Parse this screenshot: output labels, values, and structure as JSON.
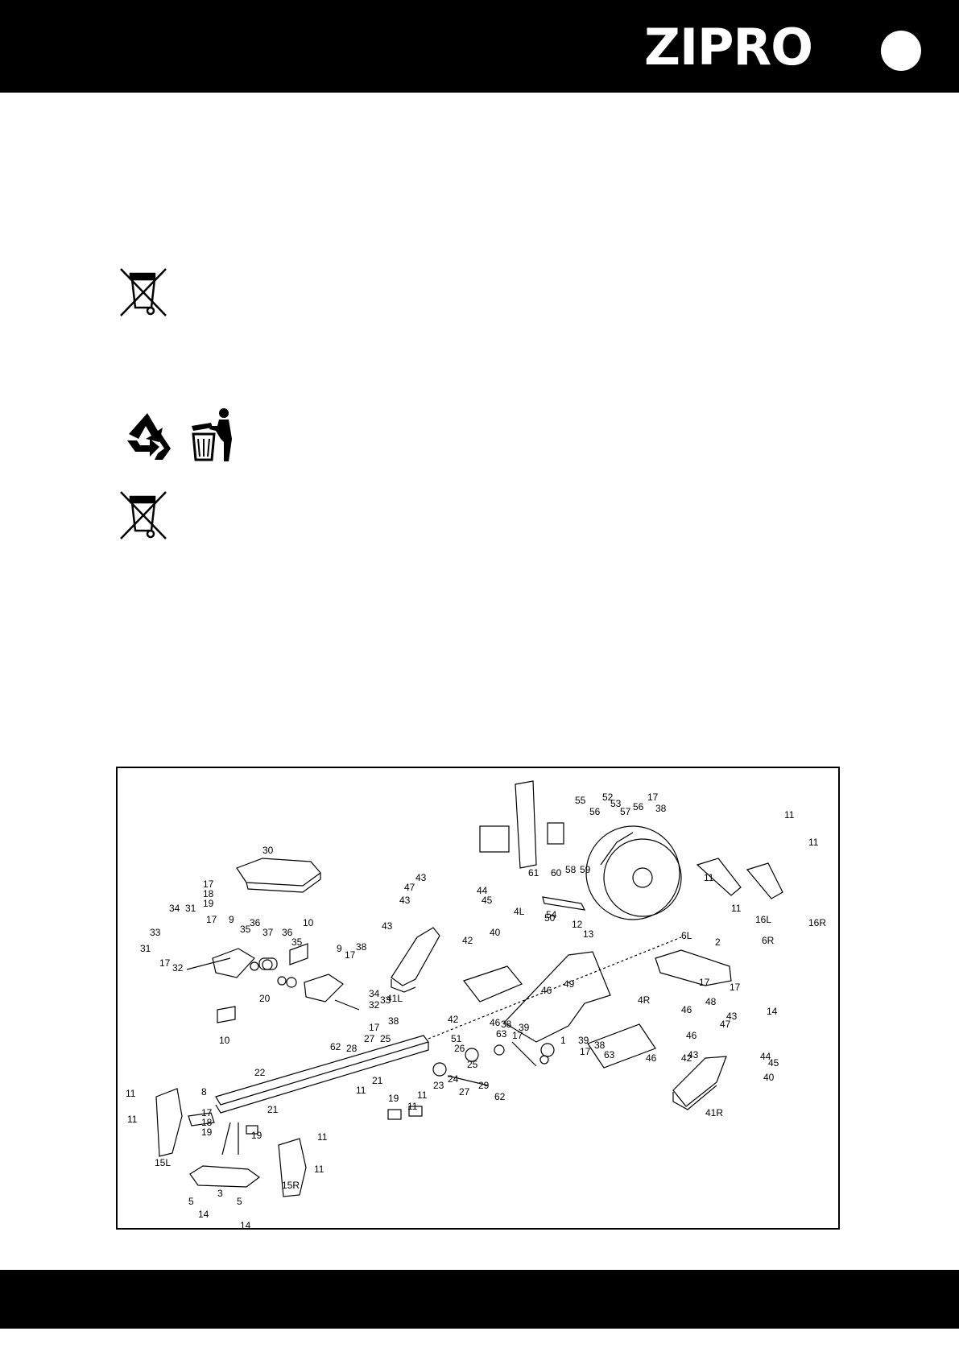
{
  "header": {
    "brand": "ZIPRO"
  },
  "icons": {
    "weee_bin_top": "crossed-out-wheelie-bin-icon",
    "recycle": "recycle-icon",
    "tidyman": "litter-disposal-icon",
    "weee_bin_bottom": "crossed-out-wheelie-bin-icon"
  },
  "colors": {
    "bars": "#000000",
    "page": "#ffffff"
  },
  "diagram": {
    "parts": [
      {
        "id": "p30",
        "text": "30"
      },
      {
        "id": "p17a",
        "text": "17"
      },
      {
        "id": "p18a",
        "text": "18"
      },
      {
        "id": "p19a",
        "text": "19"
      },
      {
        "id": "p34a",
        "text": "34"
      },
      {
        "id": "p31a",
        "text": "31"
      },
      {
        "id": "p17b",
        "text": "17"
      },
      {
        "id": "p9a",
        "text": "9"
      },
      {
        "id": "p35a",
        "text": "35"
      },
      {
        "id": "p36a",
        "text": "36"
      },
      {
        "id": "p37",
        "text": "37"
      },
      {
        "id": "p36b",
        "text": "36"
      },
      {
        "id": "p35b",
        "text": "35"
      },
      {
        "id": "p10a",
        "text": "10"
      },
      {
        "id": "p9b",
        "text": "9"
      },
      {
        "id": "p38a",
        "text": "38"
      },
      {
        "id": "p17c",
        "text": "17"
      },
      {
        "id": "p33a",
        "text": "33"
      },
      {
        "id": "p31b",
        "text": "31"
      },
      {
        "id": "p17d",
        "text": "17"
      },
      {
        "id": "p32a",
        "text": "32"
      },
      {
        "id": "p20",
        "text": "20"
      },
      {
        "id": "p34b",
        "text": "34"
      },
      {
        "id": "p33b",
        "text": "33"
      },
      {
        "id": "p32b",
        "text": "32"
      },
      {
        "id": "p38b",
        "text": "38"
      },
      {
        "id": "p17e",
        "text": "17"
      },
      {
        "id": "p10b",
        "text": "10"
      },
      {
        "id": "p43a",
        "text": "43"
      },
      {
        "id": "p47a",
        "text": "47"
      },
      {
        "id": "p43b",
        "text": "43"
      },
      {
        "id": "p43c",
        "text": "43"
      },
      {
        "id": "p41L",
        "text": "41L"
      },
      {
        "id": "p44a",
        "text": "44"
      },
      {
        "id": "p45a",
        "text": "45"
      },
      {
        "id": "p40a",
        "text": "40"
      },
      {
        "id": "p4L",
        "text": "4L"
      },
      {
        "id": "p42a",
        "text": "42"
      },
      {
        "id": "p42b",
        "text": "42"
      },
      {
        "id": "p46a",
        "text": "46"
      },
      {
        "id": "p46b",
        "text": "46"
      },
      {
        "id": "p49",
        "text": "49"
      },
      {
        "id": "p50",
        "text": "50"
      },
      {
        "id": "p61",
        "text": "61"
      },
      {
        "id": "p60",
        "text": "60"
      },
      {
        "id": "p58",
        "text": "58"
      },
      {
        "id": "p59",
        "text": "59"
      },
      {
        "id": "p55",
        "text": "55"
      },
      {
        "id": "p56a",
        "text": "56"
      },
      {
        "id": "p52",
        "text": "52"
      },
      {
        "id": "p53",
        "text": "53"
      },
      {
        "id": "p57",
        "text": "57"
      },
      {
        "id": "p56b",
        "text": "56"
      },
      {
        "id": "p17f",
        "text": "17"
      },
      {
        "id": "p38c",
        "text": "38"
      },
      {
        "id": "p54",
        "text": "54"
      },
      {
        "id": "p12",
        "text": "12"
      },
      {
        "id": "p13",
        "text": "13"
      },
      {
        "id": "p11a",
        "text": "11"
      },
      {
        "id": "p11b",
        "text": "11"
      },
      {
        "id": "p11c",
        "text": "11"
      },
      {
        "id": "p16L",
        "text": "16L"
      },
      {
        "id": "p16R",
        "text": "16R"
      },
      {
        "id": "p11d",
        "text": "11"
      },
      {
        "id": "p6L",
        "text": "6L"
      },
      {
        "id": "p2",
        "text": "2"
      },
      {
        "id": "p6R",
        "text": "6R"
      },
      {
        "id": "p17g",
        "text": "17"
      },
      {
        "id": "p17h",
        "text": "17"
      },
      {
        "id": "p48",
        "text": "48"
      },
      {
        "id": "p14a",
        "text": "14"
      },
      {
        "id": "p4R",
        "text": "4R"
      },
      {
        "id": "p46c",
        "text": "46"
      },
      {
        "id": "p46d",
        "text": "46"
      },
      {
        "id": "p46e",
        "text": "46"
      },
      {
        "id": "p42c",
        "text": "42"
      },
      {
        "id": "p43d",
        "text": "43"
      },
      {
        "id": "p47b",
        "text": "47"
      },
      {
        "id": "p43e",
        "text": "43"
      },
      {
        "id": "p44b",
        "text": "44"
      },
      {
        "id": "p45b",
        "text": "45"
      },
      {
        "id": "p40b",
        "text": "40"
      },
      {
        "id": "p41R",
        "text": "41R"
      },
      {
        "id": "p1",
        "text": "1"
      },
      {
        "id": "p39a",
        "text": "39"
      },
      {
        "id": "p38d",
        "text": "38"
      },
      {
        "id": "p17i",
        "text": "17"
      },
      {
        "id": "p63a",
        "text": "63"
      },
      {
        "id": "p39b",
        "text": "39"
      },
      {
        "id": "p38e",
        "text": "38"
      },
      {
        "id": "p17j",
        "text": "17"
      },
      {
        "id": "p63b",
        "text": "63"
      },
      {
        "id": "p62a",
        "text": "62"
      },
      {
        "id": "p28",
        "text": "28"
      },
      {
        "id": "p27a",
        "text": "27"
      },
      {
        "id": "p25a",
        "text": "25"
      },
      {
        "id": "p51",
        "text": "51"
      },
      {
        "id": "p26",
        "text": "26"
      },
      {
        "id": "p25b",
        "text": "25"
      },
      {
        "id": "p24",
        "text": "24"
      },
      {
        "id": "p23",
        "text": "23"
      },
      {
        "id": "p27b",
        "text": "27"
      },
      {
        "id": "p29",
        "text": "29"
      },
      {
        "id": "p62b",
        "text": "62"
      },
      {
        "id": "p22",
        "text": "22"
      },
      {
        "id": "p21a",
        "text": "21"
      },
      {
        "id": "p11e",
        "text": "11"
      },
      {
        "id": "p19b",
        "text": "19"
      },
      {
        "id": "p11f",
        "text": "11"
      },
      {
        "id": "p11g",
        "text": "11"
      },
      {
        "id": "p8",
        "text": "8"
      },
      {
        "id": "p11h",
        "text": "11"
      },
      {
        "id": "p11i",
        "text": "11"
      },
      {
        "id": "p21b",
        "text": "21"
      },
      {
        "id": "p17k",
        "text": "17"
      },
      {
        "id": "p18b",
        "text": "18"
      },
      {
        "id": "p19c",
        "text": "19"
      },
      {
        "id": "p19d",
        "text": "19"
      },
      {
        "id": "p15L",
        "text": "15L"
      },
      {
        "id": "p5a",
        "text": "5"
      },
      {
        "id": "p3",
        "text": "3"
      },
      {
        "id": "p5b",
        "text": "5"
      },
      {
        "id": "p14b",
        "text": "14"
      },
      {
        "id": "p14c",
        "text": "14"
      },
      {
        "id": "p15R",
        "text": "15R"
      },
      {
        "id": "p11j",
        "text": "11"
      },
      {
        "id": "p11k",
        "text": "11"
      }
    ]
  }
}
